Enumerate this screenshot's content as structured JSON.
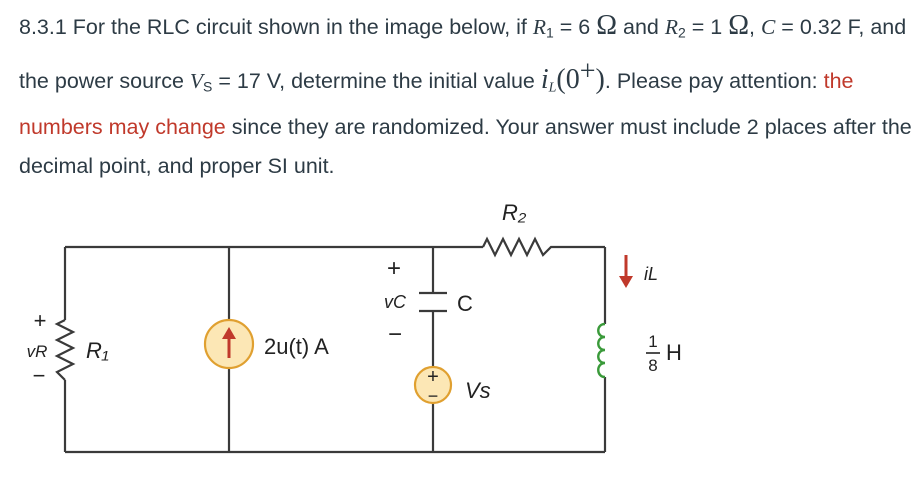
{
  "problem": {
    "p1": "8.3.1 For the RLC circuit shown in the image below, if ",
    "r1_sym": "R",
    "r1_sub": "1",
    "eq1": " = 6 ",
    "ohm1": "Ω",
    "and": " and ",
    "r2_sym": "R",
    "r2_sub": "2",
    "eq2": " = 1 ",
    "ohm2": "Ω",
    "comma": ", ",
    "c_sym": "C",
    "eq3": " = 0.32 F, and the power source ",
    "vs_sym": "V",
    "vs_sub": "S",
    "eq4": " = 17 V, determine the initial value ",
    "il_sym": "i",
    "il_sub": "L",
    "il_open": "(0",
    "il_sup": "+",
    "il_close": ")",
    "p2": ". Please pay attention: ",
    "highlight": "the numbers may change",
    "p3": " since they are randomized. Your answer must include 2 places after the decimal point, and proper SI unit."
  },
  "circuit": {
    "r2_label": "R₂",
    "r1_label": "R₁",
    "vr_label": "vR",
    "vr_plus": "+",
    "vr_minus": "−",
    "vc_label": "vC",
    "vc_plus": "+",
    "vc_minus": "−",
    "c_label": "C",
    "vs_label": "Vs",
    "vs_plus": "+",
    "vs_minus": "−",
    "isrc_label": "2u(t) A",
    "il_label": "iL",
    "ind_num": "1",
    "ind_den": "8",
    "ind_unit": "H",
    "colors": {
      "wire": "#3a3a3a",
      "source_fill": "#fce7b5",
      "source_stroke": "#e0a030",
      "arrow": "#c0392b"
    }
  }
}
